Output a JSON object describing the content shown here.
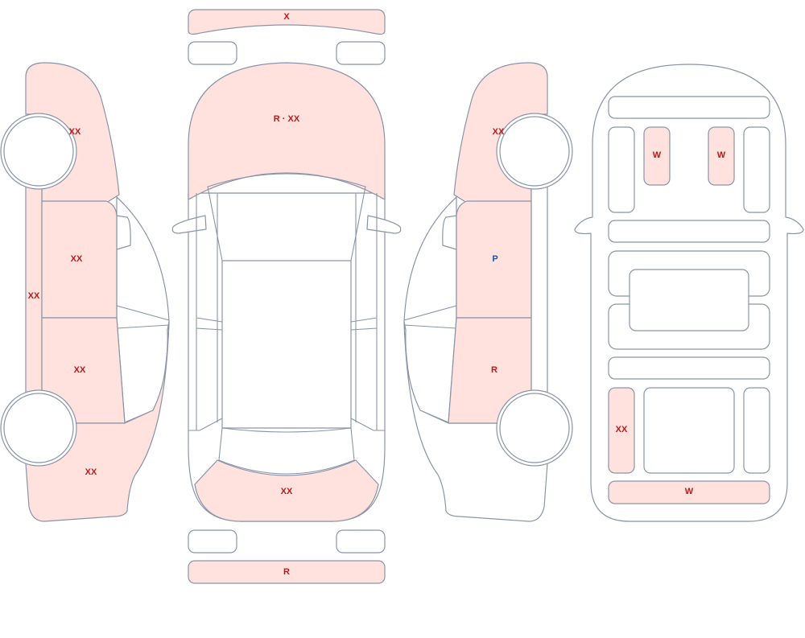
{
  "colors": {
    "damage_fill": "#ffe1de",
    "outline": "#8a94a8",
    "label_red": "#b71c1c",
    "label_blue": "#1f4fb5"
  },
  "labels": {
    "front_bumper": "X",
    "hood": "R · XX",
    "rear_panel": "XX",
    "rear_bumper": "R",
    "left_front_fender": "XX",
    "left_front_door": "XX",
    "left_rocker": "XX",
    "left_rear_door": "XX",
    "left_quarter": "XX",
    "right_front_fender": "XX",
    "right_front_door": "P",
    "right_rear_door": "R",
    "underbody_left_front": "W",
    "underbody_right_front": "W",
    "underbody_left_rear": "XX",
    "underbody_rear": "W"
  }
}
